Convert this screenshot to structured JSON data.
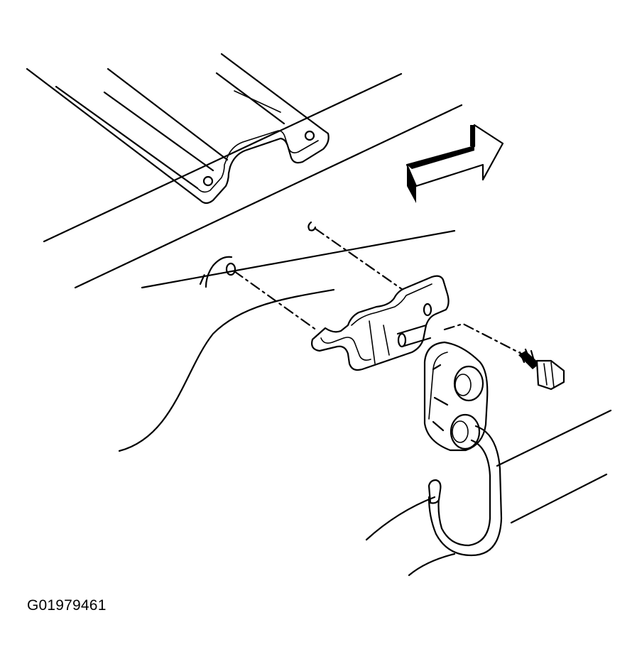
{
  "figure_code": "G01979461",
  "colors": {
    "line": "#000000",
    "background": "#ffffff"
  },
  "parts": [
    "bed-crossmember",
    "bed-floor",
    "rivet",
    "striker-bracket",
    "striker-assembly",
    "striker-bolt",
    "hook-loop",
    "frame-rail",
    "front-direction-arrow"
  ]
}
